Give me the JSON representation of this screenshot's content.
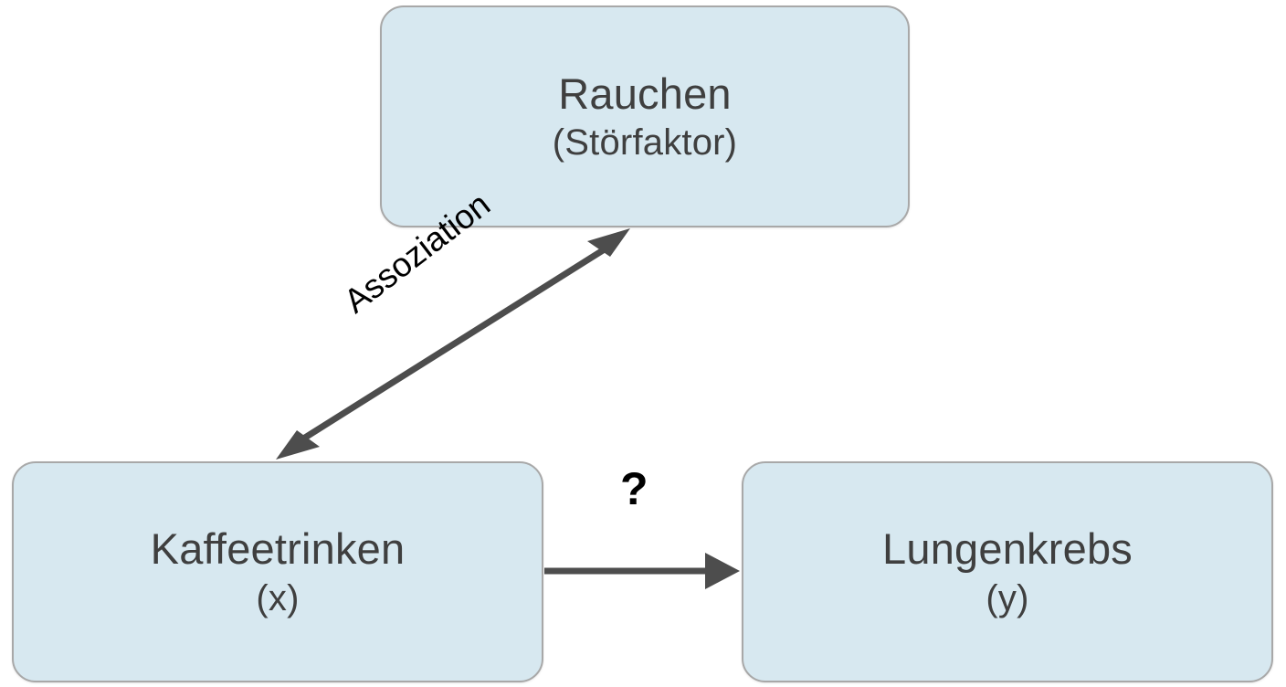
{
  "diagram": {
    "type": "causal-confounding-diagram",
    "language": "de",
    "background_color": "#ffffff",
    "node_fill_color": "#d7e8f0",
    "node_border_color": "#a8a8a8",
    "node_text_color": "#3f3f3f",
    "edge_color": "#4d4d4d",
    "label_color": "#000000"
  },
  "nodes": {
    "confounder": {
      "line1": "Rauchen",
      "line2": "(Störfaktor)",
      "role": "confounder"
    },
    "exposure": {
      "line1": "Kaffeetrinken",
      "line2": "(x)",
      "role": "exposure"
    },
    "outcome": {
      "line1": "Lungenkrebs",
      "line2": "(y)",
      "role": "outcome"
    }
  },
  "edges": {
    "association": {
      "label": "Assoziation",
      "from": "exposure",
      "to": "confounder",
      "arrowheads": "both",
      "rotation_deg": -37.5
    },
    "causal_question": {
      "label": "?",
      "from": "exposure",
      "to": "outcome",
      "arrowheads": "end"
    }
  }
}
